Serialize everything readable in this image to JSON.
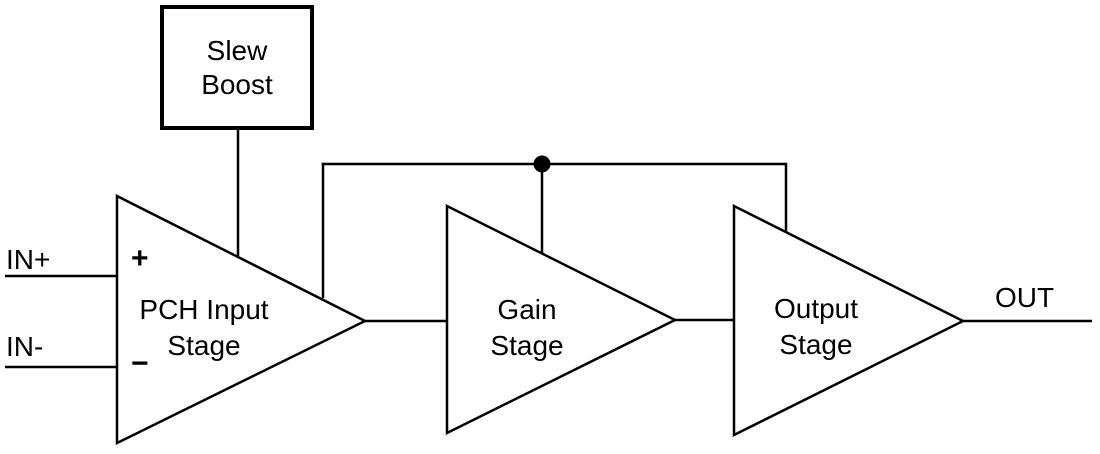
{
  "diagram": {
    "title_semantics": "Amplifier block diagram",
    "colors": {
      "background": "#ffffff",
      "line": "#000000",
      "text": "#000000"
    },
    "labels": {
      "in_plus": "IN+",
      "in_minus": "IN-",
      "out": "OUT",
      "plus_terminal": "+",
      "minus_terminal": "−",
      "slew_boost": "Slew\nBoost",
      "input_stage": "PCH Input\nStage",
      "gain_stage": "Gain\nStage",
      "output_stage": "Output\nStage"
    }
  }
}
